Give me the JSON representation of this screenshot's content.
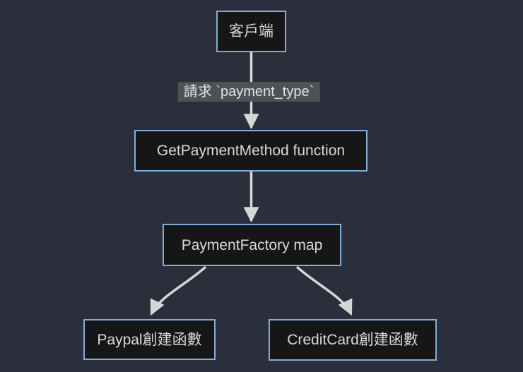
{
  "page": {
    "background_color": "#2a2f3b"
  },
  "colors": {
    "node_fill": "#161616",
    "node_border": "#81aed6",
    "node_text": "#d9d9d9",
    "edge_line": "#d6d6d6",
    "edge_label_background": "#4e5257",
    "edge_label_text": "#e4e4e4"
  },
  "diagram": {
    "type": "flowchart",
    "direction": "top-down",
    "nodes": [
      {
        "id": "client",
        "label": "客戶端"
      },
      {
        "id": "get-payment-method",
        "label": "GetPaymentMethod function"
      },
      {
        "id": "payment-factory",
        "label": "PaymentFactory map"
      },
      {
        "id": "paypal-factory",
        "label": "Paypal創建函數"
      },
      {
        "id": "creditcard-factory",
        "label": "CreditCard創建函數"
      }
    ],
    "edges": [
      {
        "from": "client",
        "to": "get-payment-method",
        "label": "請求 `payment_type`"
      },
      {
        "from": "get-payment-method",
        "to": "payment-factory",
        "label": ""
      },
      {
        "from": "payment-factory",
        "to": "paypal-factory",
        "label": ""
      },
      {
        "from": "payment-factory",
        "to": "creditcard-factory",
        "label": ""
      }
    ]
  }
}
